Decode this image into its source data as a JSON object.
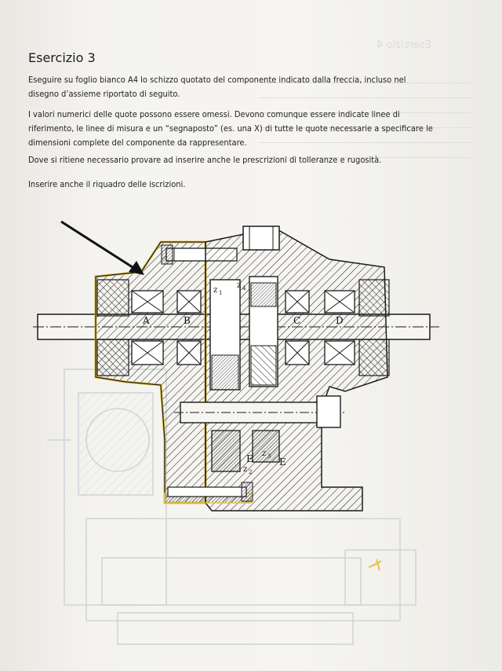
{
  "exercise": {
    "title": "Esercizio 3",
    "paragraphs": [
      "Eseguire su foglio bianco A4 lo schizzo quotato del componente indicato dalla freccia, incluso nel disegno d’assieme riportato di seguito.",
      "I valori numerici delle quote possono essere omessi. Devono comunque essere indicate linee di riferimento, le linee di misura e un “segnaposto” (es. una X) di tutte le quote necessarie a specificare le dimensioni complete del componente da rappresentare.",
      "Dove si ritiene necessario provare ad inserire anche le prescrizioni di tolleranze e rugosità.",
      "Inserire anche il riquadro delle iscrizioni."
    ]
  },
  "ghost": {
    "title": "Esercizio 4"
  },
  "drawing": {
    "labels": {
      "a": "A",
      "b": "B",
      "c": "C",
      "d": "D",
      "e1": "E",
      "e2": "E",
      "z1": "z",
      "z1_sub": "1",
      "z2": "z",
      "z2_sub": "2",
      "z3": "z",
      "z3_sub": "3",
      "z4": "z",
      "z4_sub": "4"
    },
    "colors": {
      "ink": "#1b1b1b",
      "highlight": "#e2c24a",
      "ghost": "#cfd3d8",
      "arrow": "#111111"
    }
  }
}
